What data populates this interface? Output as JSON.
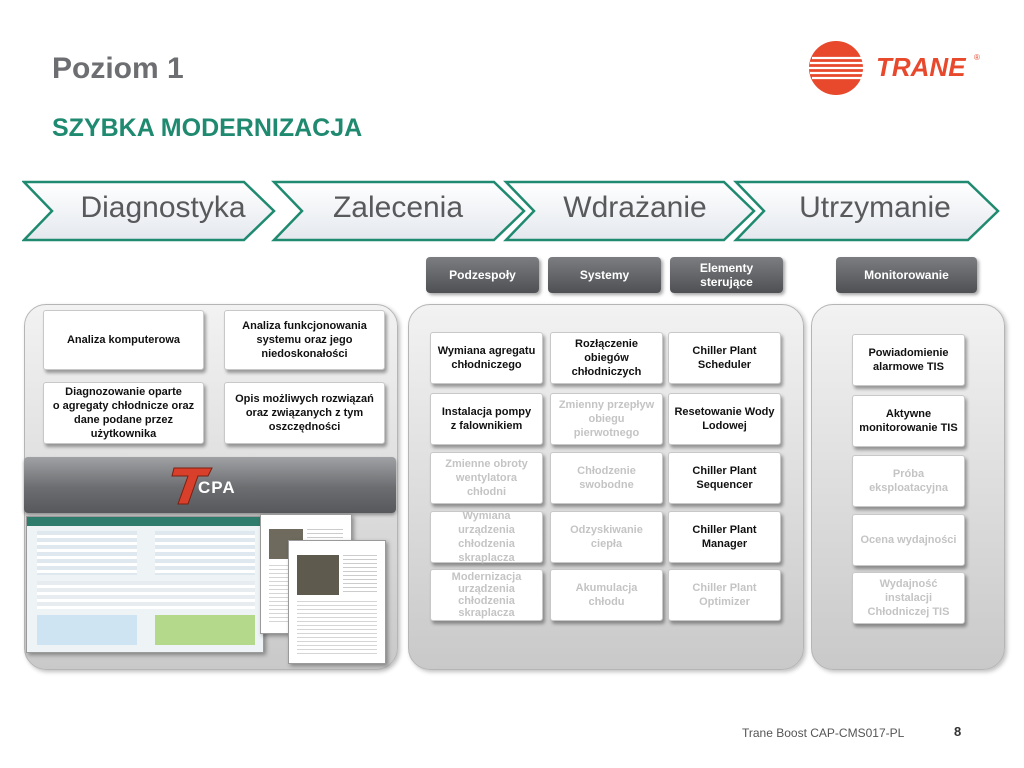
{
  "title": "Poziom 1",
  "subtitle": "SZYBKA MODERNIZACJA",
  "logo": {
    "text": "TRANE",
    "registered": "®",
    "color": "#e8482c"
  },
  "stages": [
    "Diagnostyka",
    "Zalecenia",
    "Wdrażanie",
    "Utrzymanie"
  ],
  "headers": {
    "podzespoly": "Podzespoły",
    "systemy": "Systemy",
    "elementy_line1": "Elementy",
    "elementy_line2": "sterujące",
    "monitorowanie": "Monitorowanie"
  },
  "diagnostics": {
    "analiza_komputerowa": "Analiza komputerowa",
    "analiza_funkcjonowania": [
      "Analiza funkcjonowania",
      "systemu oraz jego",
      "niedoskonałości"
    ],
    "diagnozowanie": [
      "Diagnozowanie oparte",
      "o agregaty chłodnicze oraz",
      "dane podane przez",
      "użytkownika"
    ],
    "opis": [
      "Opis możliwych rozwiązań",
      "oraz związanych z tym",
      "oszczędności"
    ],
    "tcpa": "CPA"
  },
  "podzespoly": [
    {
      "lines": [
        "Wymiana agregatu",
        "chłodniczego"
      ],
      "active": true
    },
    {
      "lines": [
        "Instalacja pompy",
        "z falownikiem"
      ],
      "active": true
    },
    {
      "lines": [
        "Zmienne obroty",
        "wentylatora",
        "chłodni"
      ],
      "active": false
    },
    {
      "lines": [
        "Wymiana urządzenia",
        "chłodzenia",
        "skraplacza"
      ],
      "active": false
    },
    {
      "lines": [
        "Modernizacja",
        "urządzenia",
        "chłodzenia",
        "skraplacza"
      ],
      "active": false
    }
  ],
  "systemy": [
    {
      "lines": [
        "Rozłączenie",
        "obiegów",
        "chłodniczych"
      ],
      "active": true
    },
    {
      "lines": [
        "Zmienny przepływ",
        "obiegu",
        "pierwotnego"
      ],
      "active": false
    },
    {
      "lines": [
        "Chłodzenie",
        "swobodne"
      ],
      "active": false
    },
    {
      "lines": [
        "Odzyskiwanie",
        "ciepła"
      ],
      "active": false
    },
    {
      "lines": [
        "Akumulacja",
        "chłodu"
      ],
      "active": false
    }
  ],
  "elementy": [
    {
      "lines": [
        "Chiller Plant",
        "Scheduler"
      ],
      "active": true
    },
    {
      "lines": [
        "Resetowanie Wody",
        "Lodowej"
      ],
      "active": true
    },
    {
      "lines": [
        "Chiller Plant",
        "Sequencer"
      ],
      "active": true
    },
    {
      "lines": [
        "Chiller Plant",
        "Manager"
      ],
      "active": true
    },
    {
      "lines": [
        "Chiller Plant",
        "Optimizer"
      ],
      "active": false
    }
  ],
  "monitorowanie": [
    {
      "lines": [
        "Powiadomienie",
        "alarmowe TIS"
      ],
      "active": true
    },
    {
      "lines": [
        "Aktywne",
        "monitorowanie TIS"
      ],
      "active": true
    },
    {
      "lines": [
        "Próba",
        "eksploatacyjna"
      ],
      "active": false
    },
    {
      "lines": [
        "Ocena wydajności"
      ],
      "active": false
    },
    {
      "lines": [
        "Wydajność",
        "instalacji",
        "Chłodniczej TIS"
      ],
      "active": false
    }
  ],
  "footer": "Trane Boost CAP-CMS017-PL",
  "page_number": "8"
}
